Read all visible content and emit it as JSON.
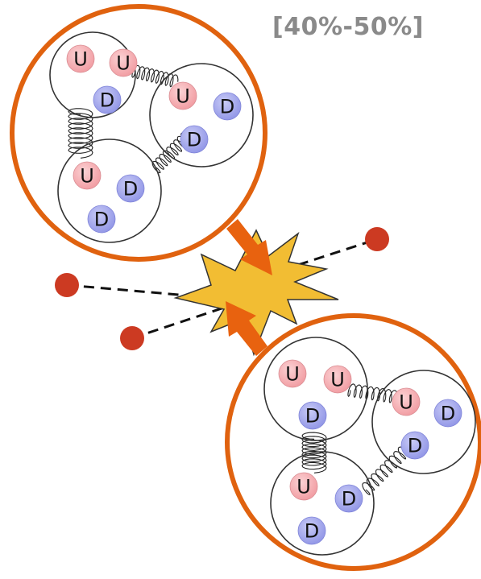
{
  "range_label": "[40%-50%]",
  "quark_labels": {
    "up": "U",
    "down": "D"
  },
  "colors": {
    "nucleus_ring": "#e0620f",
    "up_quark": "#f5a3a8",
    "down_quark": "#9fa3ec",
    "arrow": "#e8620f",
    "burst_fill": "#f2bd33",
    "particle": "#cc3a22"
  },
  "icons": [
    "quark-icon",
    "gluon-spring-icon",
    "collision-burst-icon",
    "particle-icon"
  ]
}
